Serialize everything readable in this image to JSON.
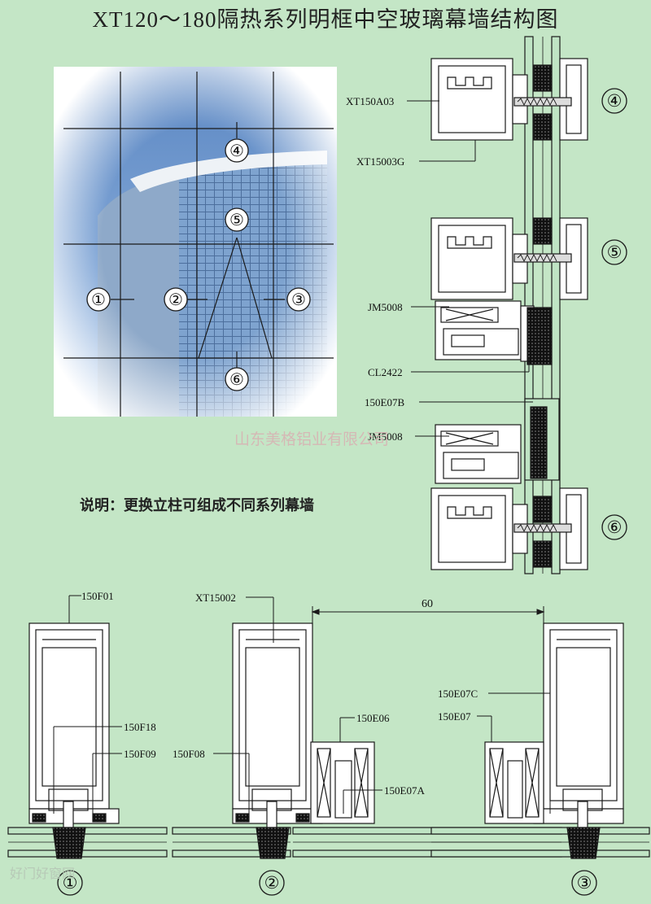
{
  "title": "XT120～180隔热系列明框中空玻璃幕墙结构图",
  "note": "说明：更换立柱可组成不同系列幕墙",
  "watermark": "山东美格铝业有限公司",
  "watermark2": "好门好窗网",
  "photo_markers": [
    "①",
    "②",
    "③",
    "④",
    "⑤",
    "⑥"
  ],
  "side_markers": [
    "④",
    "⑤",
    "⑥"
  ],
  "vertical_labels": [
    "XT150A03",
    "XT15003G",
    "JM5008",
    "CL2422",
    "150E07B",
    "JM5008"
  ],
  "horizontal_labels": [
    "150F01",
    "150F18",
    "150F09",
    "150F08",
    "XT15002",
    "150E06",
    "150E07A",
    "150E07C",
    "150E07"
  ],
  "dimension": "60",
  "bottom_markers": [
    "①",
    "②",
    "③"
  ],
  "colors": {
    "background": "#c4e6c6",
    "line": "#1a1a1a",
    "glass": "#bfe4c4",
    "gasket": "#111111"
  }
}
